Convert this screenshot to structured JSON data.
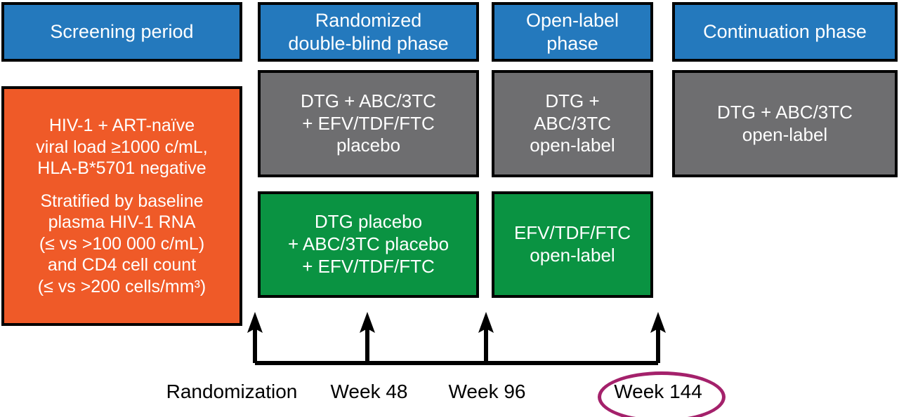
{
  "diagram": {
    "title": "Clinical trial design schematic",
    "colors": {
      "phase_header": "#2479bd",
      "criteria": "#ef5a28",
      "arm_dtg": "#6e6e70",
      "arm_efv": "#0a9342",
      "highlight_ellipse": "#a4216b",
      "outline": "#000000",
      "text_on_fill": "#ffffff",
      "timeline": "#000000"
    }
  },
  "phases": [
    {
      "id": "screening",
      "label": "Screening period"
    },
    {
      "id": "double-blind",
      "label": "Randomized\ndouble-blind phase"
    },
    {
      "id": "open-label",
      "label": "Open-label\nphase"
    },
    {
      "id": "continuation",
      "label": "Continuation phase"
    }
  ],
  "eligibility": {
    "paragraphs": [
      "HIV-1 + ART-naïve\nviral load ≥1000 c/mL,\nHLA-B*5701 negative",
      "Stratified by baseline\nplasma HIV-1 RNA\n(≤ vs >100 000 c/mL)\nand CD4 cell count\n(≤ vs >200 cells/mm³)"
    ]
  },
  "arms": {
    "dtg": [
      {
        "phase": "double-blind",
        "label": "DTG + ABC/3TC\n+ EFV/TDF/FTC\nplacebo"
      },
      {
        "phase": "open-label",
        "label": "DTG +\nABC/3TC\nopen-label"
      },
      {
        "phase": "continuation",
        "label": "DTG + ABC/3TC\nopen-label"
      }
    ],
    "efv": [
      {
        "phase": "double-blind",
        "label": "DTG placebo\n+ ABC/3TC placebo\n+ EFV/TDF/FTC"
      },
      {
        "phase": "open-label",
        "label": "EFV/TDF/FTC\nopen-label"
      }
    ]
  },
  "timeline": {
    "milestones": [
      {
        "id": "randomization",
        "label": "Randomization",
        "highlighted": false
      },
      {
        "id": "week-48",
        "label": "Week 48",
        "highlighted": false
      },
      {
        "id": "week-96",
        "label": "Week 96",
        "highlighted": false
      },
      {
        "id": "week-144",
        "label": "Week 144",
        "highlighted": true
      }
    ]
  }
}
